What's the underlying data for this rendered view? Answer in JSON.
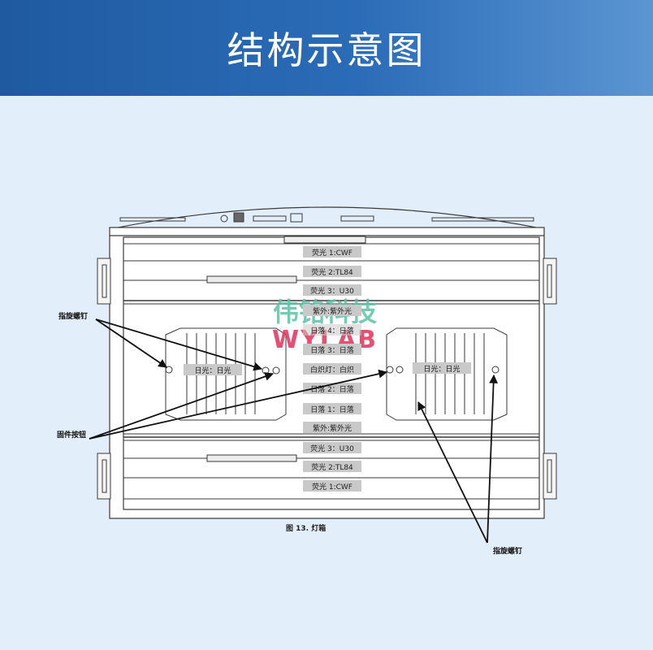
{
  "header": {
    "title": "结构示意图"
  },
  "watermark": {
    "cn": "伟铭科技",
    "en": "WYLAB",
    "cn_color": "#5cc3a8",
    "en_color": "#e0325a"
  },
  "lamp_labels": {
    "top": [
      "荧光 1:CWF",
      "荧光 2:TL84",
      "荧光 3：U30"
    ],
    "middle": [
      "紫外:紫外光",
      "日落 4：日落",
      "日落 3：日落",
      "白炽灯：白炽",
      "日落 2：日落",
      "日落 1：日落",
      "紫外:紫外光"
    ],
    "bottom": [
      "荧光 3：U30",
      "荧光 2:TL84",
      "荧光 1:CWF"
    ]
  },
  "side_labels": {
    "left": "日光：日光",
    "right": "日光：日光"
  },
  "annotations": {
    "thumb_screw_left": "指旋螺钉",
    "fixing_button": "固件按钮",
    "thumb_screw_right": "指旋螺钉"
  },
  "caption": "图 13. 灯箱",
  "colors": {
    "header": "#2b6cb8",
    "background": "#e3eefb",
    "label_bg": "#c9c9c9",
    "line": "#3a3a3a"
  }
}
